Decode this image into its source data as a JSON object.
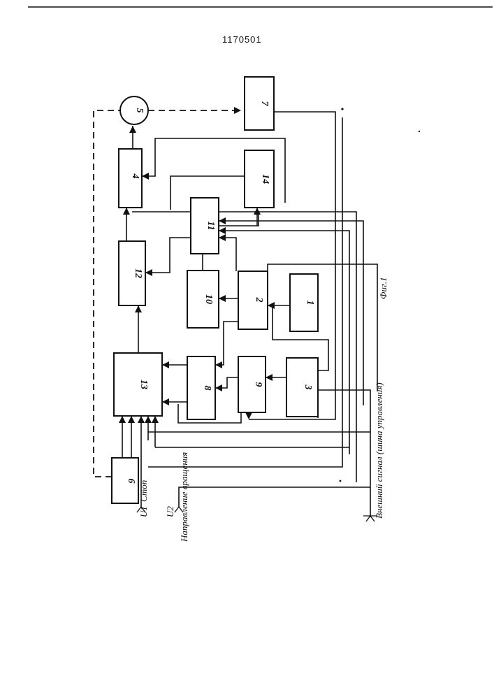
{
  "header": {
    "patent_number": "1170501"
  },
  "blocks": {
    "b1": "1",
    "b2": "2",
    "b3": "3",
    "b4": "4",
    "b5": "5",
    "b6": "6",
    "b7": "7",
    "b8": "8",
    "b9": "9",
    "b10": "10",
    "b11": "11",
    "b12": "12",
    "b13": "13",
    "b14": "14"
  },
  "inputs": {
    "u1": "U1",
    "stop": "Стоп",
    "u2": "U2",
    "direction": "Направление вращения",
    "external": "Внешний сигнал (шина управления)"
  },
  "figure_label": "Фиг.1"
}
